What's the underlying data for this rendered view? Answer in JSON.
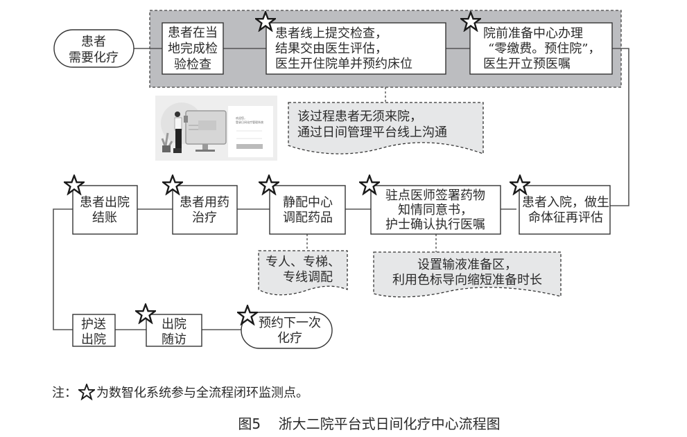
{
  "diagram": {
    "start": {
      "lines": [
        "患者",
        "需要化疗"
      ]
    },
    "online_group": {
      "steps": [
        {
          "lines": [
            "患者在当",
            "地完成检",
            "验检查"
          ],
          "star": false
        },
        {
          "lines": [
            "患者线上提交检查，",
            "结果交由医生评估，",
            "医生开住院单并预约床位"
          ],
          "star": true
        },
        {
          "lines": [
            "院前准备中心办理",
            "“零缴费。预住院”，",
            "医生开立预医嘱"
          ],
          "star": true
        }
      ],
      "note": {
        "lines": [
          "该过程患者无须来院，",
          "通过日间管理平台线上沟通"
        ]
      },
      "screenshot_image": {
        "title": "欢迎您，",
        "subtitle": "登录日间化疗管理系统"
      }
    },
    "row2": [
      {
        "lines": [
          "患者入院，做生",
          "命体征再评估"
        ],
        "star": true
      },
      {
        "lines": [
          "驻点医师签署药物",
          "知情同意书，",
          "护士确认执行医嘱"
        ],
        "star": true
      },
      {
        "lines": [
          "静配中心",
          "调配药品"
        ],
        "star": true
      },
      {
        "lines": [
          "患者用药",
          "治疗"
        ],
        "star": true
      },
      {
        "lines": [
          "患者出院",
          "结账"
        ],
        "star": true
      }
    ],
    "row2_notes": [
      {
        "lines": [
          "设置输液准备区，",
          "利用色标导向缩短准备时长"
        ]
      },
      {
        "lines": [
          "专人、专梯、",
          "专线调配"
        ]
      }
    ],
    "row3": [
      {
        "lines": [
          "护送",
          "出院"
        ],
        "star": false
      },
      {
        "lines": [
          "出院",
          "随访"
        ],
        "star": true
      },
      {
        "lines": [
          "预约下一次",
          "化疗"
        ],
        "star": true,
        "terminal": true
      }
    ]
  },
  "legend": {
    "prefix": "注：",
    "icon": "star-icon",
    "text": "为数智化系统参与全流程闭环监测点。"
  },
  "figure_title": {
    "number": "图5",
    "title": "浙大二院平台式日间化疗中心流程图"
  },
  "colors": {
    "group_fill": "#bcbdc0",
    "note_fill": "#e6e7e8",
    "line": "#444444",
    "star": "#1a1a1a"
  }
}
